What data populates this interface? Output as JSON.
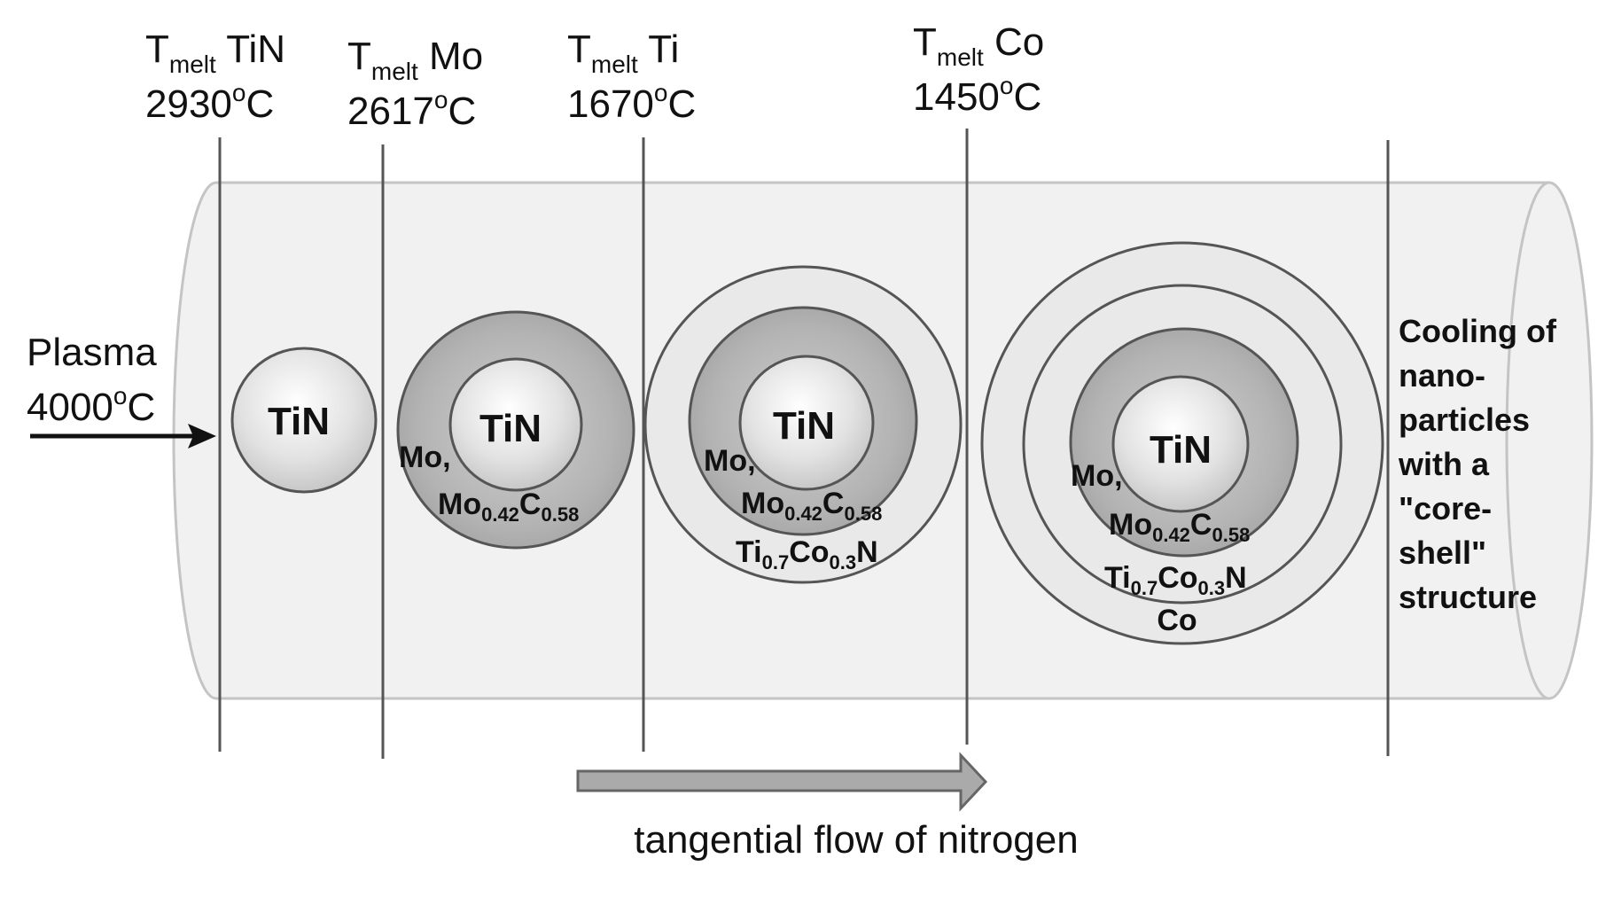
{
  "temperatures": [
    {
      "symbol": "T",
      "sub": "melt",
      "element": " TiN",
      "value": "2930",
      "deg": "o",
      "unit": "C"
    },
    {
      "symbol": "T",
      "sub": "melt",
      "element": " Mo",
      "value": "2617",
      "deg": "o",
      "unit": "C"
    },
    {
      "symbol": "T",
      "sub": "melt",
      "element": " Ti",
      "value": "1670",
      "deg": "o",
      "unit": "C"
    },
    {
      "symbol": "T",
      "sub": "melt",
      "element": " Co",
      "value": "1450",
      "deg": "o",
      "unit": "C"
    }
  ],
  "plasma": {
    "label": "Plasma",
    "value": "4000",
    "deg": "o",
    "unit": "C"
  },
  "core_label": "TiN",
  "particle2": {
    "mo": "Mo,",
    "mo2": "Mo",
    "mo2_sub": "0.42",
    "c": "C",
    "c_sub": "0.58"
  },
  "particle3": {
    "mo": "Mo,",
    "mo2": "Mo",
    "mo2_sub": "0.42",
    "c": "C",
    "c_sub": "0.58",
    "ti": "Ti",
    "ti_sub": "0.7",
    "co": "Co",
    "co_sub": "0.3",
    "n": "N"
  },
  "particle4": {
    "mo": "Mo,",
    "mo2": "Mo",
    "mo2_sub": "0.42",
    "c": "C",
    "c_sub": "0.58",
    "ti": "Ti",
    "ti_sub": "0.7",
    "co": "Co",
    "co_sub": "0.3",
    "n": "N",
    "co_shell": "Co"
  },
  "cooling_lines": [
    "Cooling of",
    "nano-",
    "particles",
    "with a",
    "\"core-",
    "shell\"",
    "structure"
  ],
  "flow_label": "tangential flow of nitrogen",
  "colors": {
    "tube_fill": "#f1f1f1",
    "tube_stroke": "#c4c4c4",
    "line": "#555555",
    "arrow_fill": "#aaaaaa"
  }
}
